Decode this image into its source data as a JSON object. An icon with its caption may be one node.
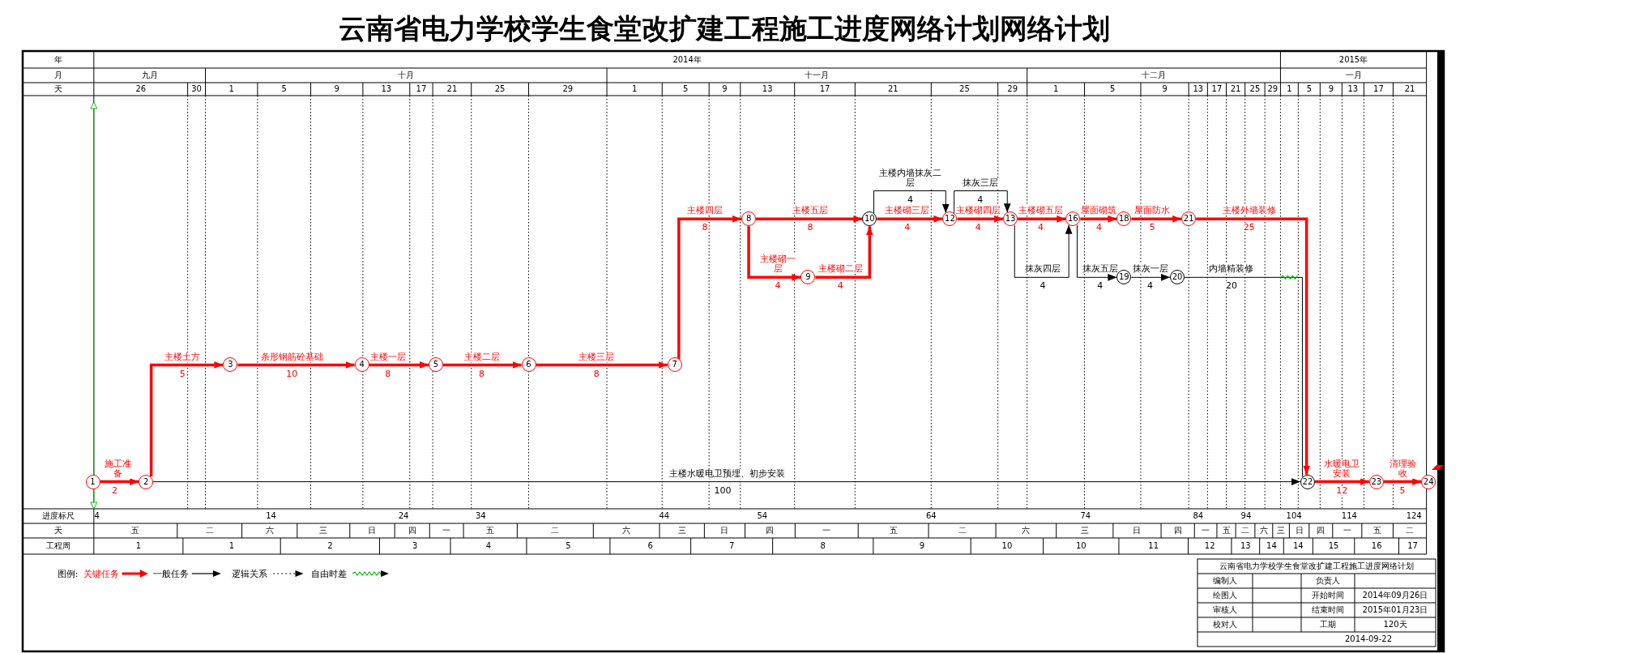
{
  "diagram": {
    "title": "云南省电力学校学生食堂改扩建工程施工进度网络计划网络计划",
    "nodes": [
      {
        "text": [
          "1"
        ]
      },
      {
        "text": [
          "2"
        ]
      },
      {
        "text": [
          "3"
        ]
      },
      {
        "text": [
          "4"
        ]
      },
      {
        "text": [
          "5"
        ]
      },
      {
        "text": [
          "6"
        ]
      },
      {
        "text": [
          "7"
        ]
      },
      {
        "text": [
          "8"
        ]
      },
      {
        "text": [
          "9"
        ]
      },
      {
        "text": [
          "10"
        ]
      },
      {
        "text": [
          "12"
        ]
      },
      {
        "text": [
          "13"
        ]
      },
      {
        "text": [
          "16"
        ]
      },
      {
        "text": [
          "18"
        ]
      },
      {
        "text": [
          "19"
        ]
      },
      {
        "text": [
          "20"
        ]
      },
      {
        "text": [
          "21"
        ]
      },
      {
        "text": [
          "22"
        ]
      },
      {
        "text": [
          "23"
        ]
      },
      {
        "text": [
          "24"
        ]
      }
    ],
    "edges": [
      {
        "from": 0,
        "to": 1,
        "arrow": "to",
        "label": "施工准备"
      },
      {
        "from": 1,
        "to": 2,
        "arrow": "to",
        "label": "主楼土方"
      },
      {
        "from": 2,
        "to": 3,
        "arrow": "to",
        "label": "条形钢筋砼基础"
      },
      {
        "from": 3,
        "to": 4,
        "arrow": "to",
        "label": "主楼一层"
      },
      {
        "from": 4,
        "to": 5,
        "arrow": "to",
        "label": "主楼二层"
      },
      {
        "from": 5,
        "to": 6,
        "arrow": "to",
        "label": "主楼三层"
      },
      {
        "from": 6,
        "to": 7,
        "arrow": "to",
        "label": "主楼四层"
      },
      {
        "from": 7,
        "to": 9,
        "arrow": "to",
        "label": "主楼五层"
      },
      {
        "from": 7,
        "to": 8,
        "arrow": "to",
        "label": "主楼砌一层"
      },
      {
        "from": 8,
        "to": 9,
        "arrow": "to",
        "label": "主楼砌二层"
      },
      {
        "from": 9,
        "to": 10,
        "arrow": "to",
        "label": "主楼砌三层"
      },
      {
        "from": 9,
        "to": 10,
        "arrow": "to",
        "label": "主楼内墙抹灰二层",
        "color": "#000000"
      },
      {
        "from": 10,
        "to": 11,
        "arrow": "to",
        "label": "主楼砌四层"
      },
      {
        "from": 10,
        "to": 11,
        "arrow": "to",
        "label": "抹灰三层",
        "color": "#000000"
      },
      {
        "from": 11,
        "to": 12,
        "arrow": "to",
        "label": "主楼砌五层"
      },
      {
        "from": 11,
        "to": 12,
        "arrow": "to",
        "label": "抹灰四层",
        "color": "#000000"
      },
      {
        "from": 12,
        "to": 13,
        "arrow": "to",
        "label": "屋面砌筑"
      },
      {
        "from": 12,
        "to": 14,
        "arrow": "to",
        "label": "抹灰五层",
        "color": "#000000"
      },
      {
        "from": 13,
        "to": 16,
        "arrow": "to",
        "label": "屋面防水"
      },
      {
        "from": 14,
        "to": 15,
        "arrow": "to",
        "label": "抹灰一层",
        "color": "#000000"
      },
      {
        "from": 15,
        "to": 17,
        "arrow": "none",
        "label": "内墙精装修",
        "color": "#000000"
      },
      {
        "from": 16,
        "to": 17,
        "arrow": "to",
        "label": "主楼外墙装修"
      },
      {
        "from": 1,
        "to": 17,
        "arrow": "to",
        "label": "主楼水暖电卫预埋、初步安装",
        "color": "#000000"
      },
      {
        "from": 17,
        "to": 18,
        "arrow": "to",
        "label": "水暖电卫安装"
      },
      {
        "from": 18,
        "to": 19,
        "arrow": "to",
        "label": "清理验收"
      }
    ],
    "labels": [
      "年",
      "月",
      "天",
      "2014年",
      "2015年",
      "九月",
      "十月",
      "十一月",
      "十二月",
      "一月",
      "26",
      "30",
      "1",
      "5",
      "9",
      "13",
      "17",
      "21",
      "25",
      "29",
      "1",
      "5",
      "9",
      "13",
      "17",
      "21",
      "25",
      "29",
      "1",
      "5",
      "9",
      "13",
      "17",
      "21",
      "25",
      "29",
      "1",
      "5",
      "9",
      "13",
      "17",
      "21",
      "2",
      "5",
      "10",
      "8",
      "8",
      "8",
      "8",
      "8",
      "4",
      "4",
      "4",
      "4",
      "4",
      "4",
      "4",
      "4",
      "4",
      "4",
      "5",
      "4",
      "20",
      "25",
      "100",
      "12",
      "5",
      "进度标尺",
      "4",
      "14",
      "24",
      "34",
      "44",
      "54",
      "64",
      "74",
      "84",
      "94",
      "104",
      "114",
      "124",
      "天",
      "五",
      "二",
      "六",
      "三",
      "日",
      "四",
      "一",
      "五",
      "二",
      "六",
      "三",
      "日",
      "四",
      "一",
      "五",
      "二",
      "六",
      "三",
      "日",
      "四",
      "一",
      "五",
      "二",
      "六",
      "三",
      "日",
      "四",
      "一",
      "五",
      "二",
      "工程周",
      "1",
      "1",
      "2",
      "3",
      "4",
      "5",
      "6",
      "7",
      "8",
      "9",
      "10",
      "10",
      "11",
      "12",
      "13",
      "14",
      "14",
      "15",
      "16",
      "17",
      "图例:",
      "云南省电力学校学生食堂改扩建工程施工进度网络计划",
      "编制人",
      "负责人",
      "绘图人",
      "开始时间",
      "2014年09月26日",
      "审核人",
      "结束时间",
      "2015年01月23日",
      "校对人",
      "工期",
      "120天",
      "2014-09-22"
    ],
    "legend": [
      {
        "text": "关键任务"
      },
      {
        "text": "一般任务"
      },
      {
        "text": "逻辑关系"
      },
      {
        "text": "自由时差"
      }
    ]
  }
}
